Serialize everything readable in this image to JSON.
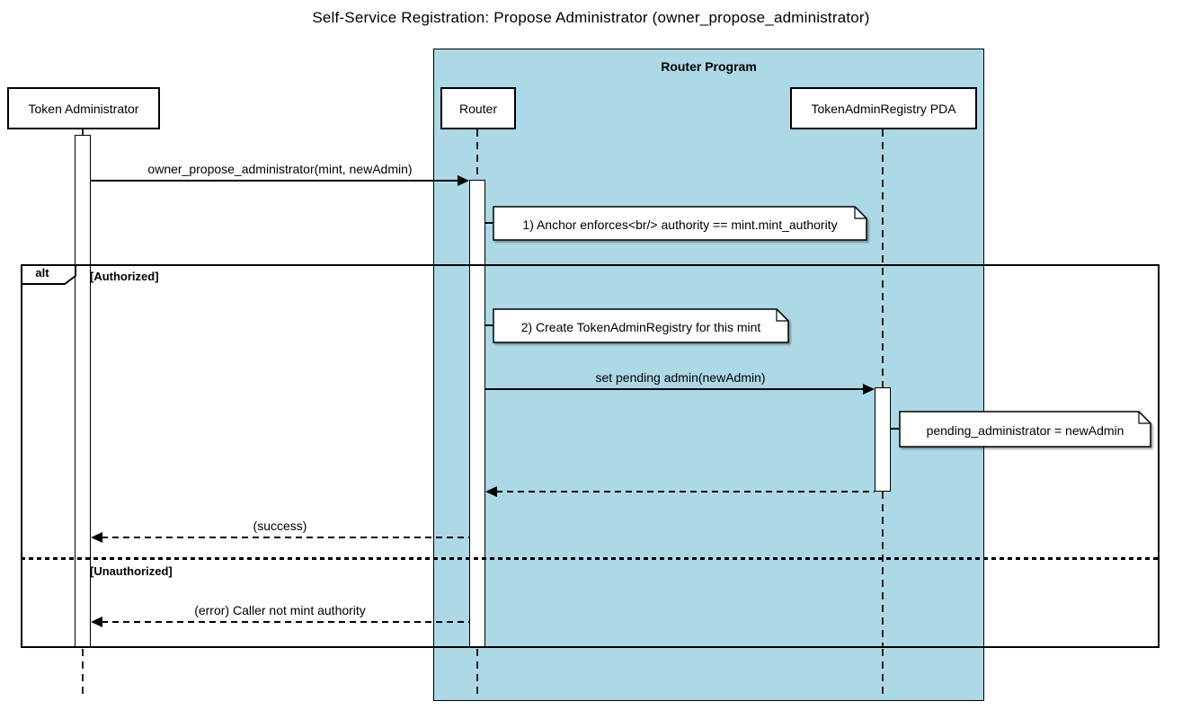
{
  "title": "Self-Service Registration: Propose Administrator (owner_propose_administrator)",
  "container": {
    "label": "Router Program",
    "fill_color": "#ADD8E6"
  },
  "participants": [
    {
      "id": "token-administrator",
      "label": "Token Administrator"
    },
    {
      "id": "router",
      "label": "Router"
    },
    {
      "id": "registry-pda",
      "label": "TokenAdminRegistry PDA"
    }
  ],
  "frame": {
    "operator": "alt",
    "guards": {
      "authorized": "[Authorized]",
      "unauthorized": "[Unauthorized]"
    }
  },
  "messages": [
    {
      "label": "owner_propose_administrator(mint, newAdmin)",
      "style": "solid"
    },
    {
      "label": "set pending admin(newAdmin)",
      "style": "solid"
    },
    {
      "label": "",
      "style": "dashed-return"
    },
    {
      "label": "(success)",
      "style": "dashed-return"
    },
    {
      "label": "(error) Caller not mint authority",
      "style": "dashed-return"
    }
  ],
  "notes": [
    {
      "text": "1) Anchor enforces<br/> authority == mint.mint_authority"
    },
    {
      "text": "2) Create TokenAdminRegistry for this mint"
    },
    {
      "text": "pending_administrator = newAdmin"
    }
  ]
}
